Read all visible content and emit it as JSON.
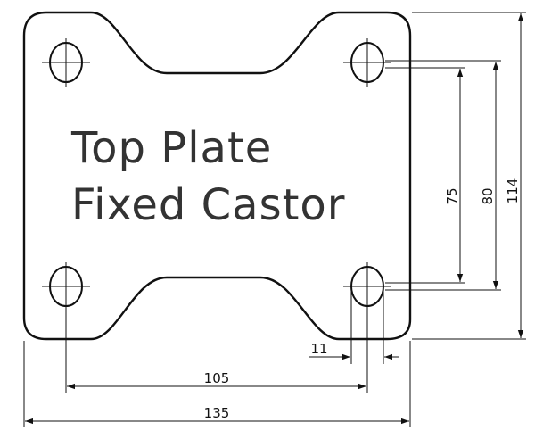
{
  "title": {
    "line1": "Top Plate",
    "line2": "Fixed Castor"
  },
  "dimensions": {
    "overall_width": "135",
    "hole_spacing_width": "105",
    "hole_diameter": "11",
    "hole_spacing_height_inner": "75",
    "hole_spacing_height_outer": "80",
    "overall_height": "114"
  }
}
